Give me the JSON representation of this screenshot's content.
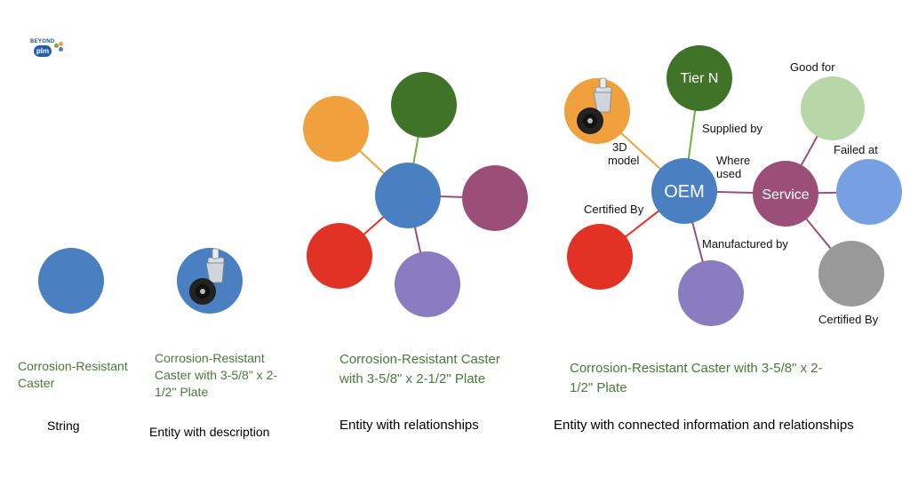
{
  "logo": {
    "top_text": "BEYOND",
    "pill_text": "plm"
  },
  "panels": {
    "string": {
      "title": "Corrosion-Resistant Caster",
      "caption": "String"
    },
    "entity_description": {
      "title": "Corrosion-Resistant Caster with 3-5/8\" x 2-1/2\" Plate",
      "caption": "Entity with description"
    },
    "entity_relationships": {
      "title": "Corrosion-Resistant Caster with 3-5/8\" x 2-1/2\" Plate",
      "caption": "Entity with relationships"
    },
    "entity_connected": {
      "title": "Corrosion-Resistant Caster with 3-5/8\" x 2-1/2\" Plate",
      "caption": "Entity with connected information and relationships"
    }
  },
  "graph": {
    "nodes": {
      "oem": "OEM",
      "tier_n": "Tier N",
      "service": "Service"
    },
    "edges": {
      "3d_model": "3D model",
      "supplied_by": "Supplied by",
      "where_used": "Where used",
      "certified_by_left": "Certified By",
      "manufactured_by": "Manufactured by",
      "good_for": "Good for",
      "failed_at": "Failed at",
      "certified_by_right": "Certified By"
    }
  },
  "colors": {
    "blue": "#4a7fc1",
    "orange": "#f0a03c",
    "green": "#3f7328",
    "plum": "#9b4f78",
    "red": "#e23125",
    "lavender": "#8a7cc0",
    "light_green": "#b8d7a8",
    "light_blue": "#77a0e3",
    "gray": "#999999",
    "title_green": "#4a7a3a"
  }
}
